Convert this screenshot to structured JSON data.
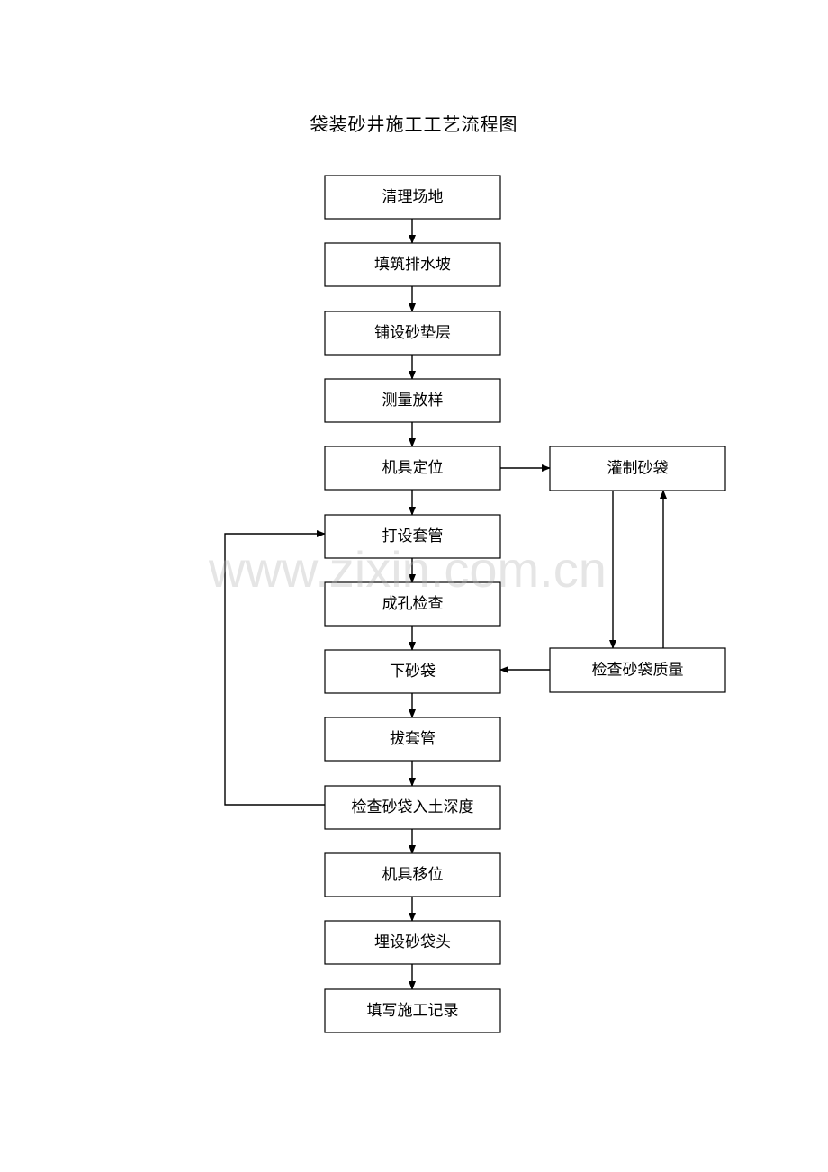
{
  "title": "袋装砂井施工工艺流程图",
  "main_steps": [
    "清理场地",
    "填筑排水坡",
    "铺设砂垫层",
    "测量放样",
    "机具定位",
    "打设套管",
    "成孔检查",
    "下砂袋",
    "拔套管",
    "检查砂袋入土深度",
    "机具移位",
    "埋设砂袋头",
    "填写施工记录"
  ],
  "side_steps": [
    "灌制砂袋",
    "检查砂袋质量"
  ],
  "watermark": "www.zixin.com.cn"
}
